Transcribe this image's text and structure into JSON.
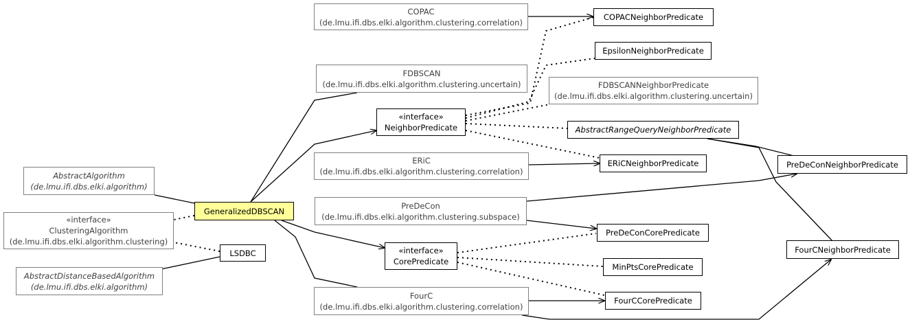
{
  "nodes": {
    "copac": {
      "lines": [
        "COPAC",
        "(de.lmu.ifi.dbs.elki.algorithm.clustering.correlation)"
      ]
    },
    "copac_np": {
      "lines": [
        "COPACNeighborPredicate"
      ]
    },
    "eps_np": {
      "lines": [
        "EpsilonNeighborPredicate"
      ]
    },
    "fdbscan": {
      "lines": [
        "FDBSCAN",
        "(de.lmu.ifi.dbs.elki.algorithm.clustering.uncertain)"
      ]
    },
    "fdbscan_np": {
      "lines": [
        "FDBSCANNeighborPredicate",
        "(de.lmu.ifi.dbs.elki.algorithm.clustering.uncertain)"
      ]
    },
    "neighbor_pred": {
      "lines": [
        "«interface»",
        "NeighborPredicate"
      ]
    },
    "arq_np": {
      "lines": [
        "AbstractRangeQueryNeighborPredicate"
      ]
    },
    "eric": {
      "lines": [
        "ERiC",
        "(de.lmu.ifi.dbs.elki.algorithm.clustering.correlation)"
      ]
    },
    "eric_np": {
      "lines": [
        "ERiCNeighborPredicate"
      ]
    },
    "predecon_np": {
      "lines": [
        "PreDeConNeighborPredicate"
      ]
    },
    "abstract_alg": {
      "lines": [
        "AbstractAlgorithm",
        "(de.lmu.ifi.dbs.elki.algorithm)"
      ]
    },
    "gdbscan": {
      "lines": [
        "GeneralizedDBSCAN"
      ]
    },
    "predecon": {
      "lines": [
        "PreDeCon",
        "(de.lmu.ifi.dbs.elki.algorithm.clustering.subspace)"
      ]
    },
    "clustering_alg": {
      "lines": [
        "«interface»",
        "ClusteringAlgorithm",
        "(de.lmu.ifi.dbs.elki.algorithm.clustering)"
      ]
    },
    "predecon_cp": {
      "lines": [
        "PreDeConCorePredicate"
      ]
    },
    "lsdbc": {
      "lines": [
        "LSDBC"
      ]
    },
    "core_pred": {
      "lines": [
        "«interface»",
        "CorePredicate"
      ]
    },
    "fourc_np": {
      "lines": [
        "FourCNeighborPredicate"
      ]
    },
    "minpts_cp": {
      "lines": [
        "MinPtsCorePredicate"
      ]
    },
    "abstract_dist": {
      "lines": [
        "AbstractDistanceBasedAlgorithm",
        "(de.lmu.ifi.dbs.elki.algorithm)"
      ]
    },
    "fourc": {
      "lines": [
        "FourC",
        "(de.lmu.ifi.dbs.elki.algorithm.clustering.correlation)"
      ]
    },
    "fourc_cp": {
      "lines": [
        "FourCCorePredicate"
      ]
    }
  }
}
